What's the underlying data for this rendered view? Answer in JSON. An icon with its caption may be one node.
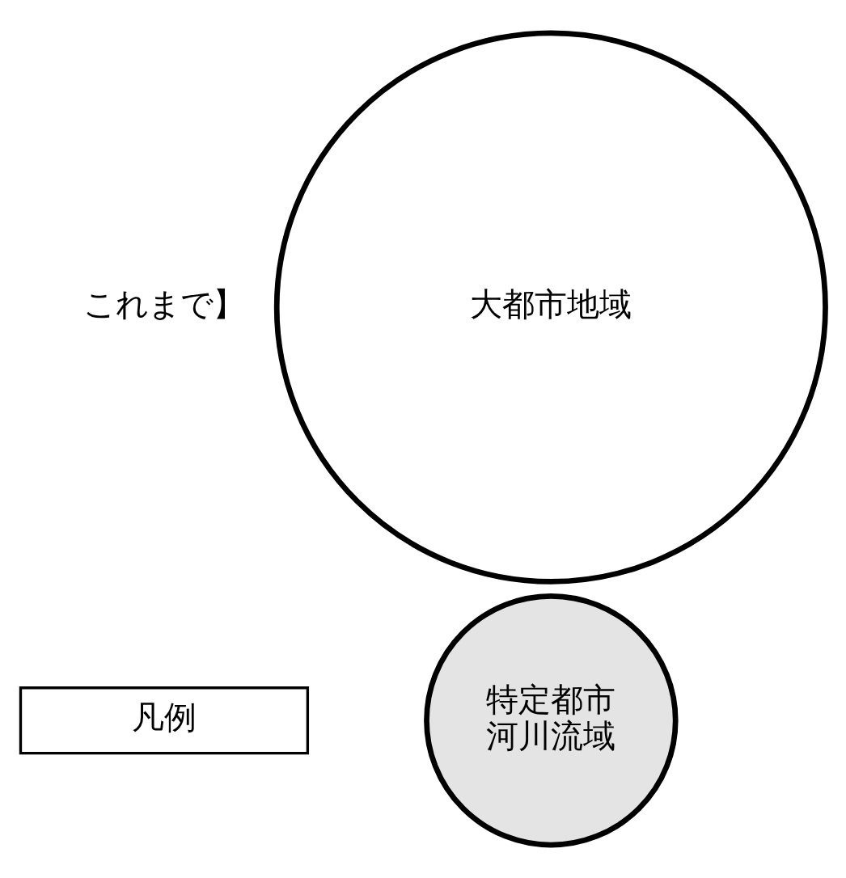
{
  "diagram": {
    "nodes": [
      {
        "text": [
          "大都市地域"
        ]
      },
      {
        "text": [
          "特定都市河川流域"
        ]
      },
      {
        "text": [
          "凡例"
        ]
      }
    ],
    "labels": [
      "これまで】"
    ]
  }
}
